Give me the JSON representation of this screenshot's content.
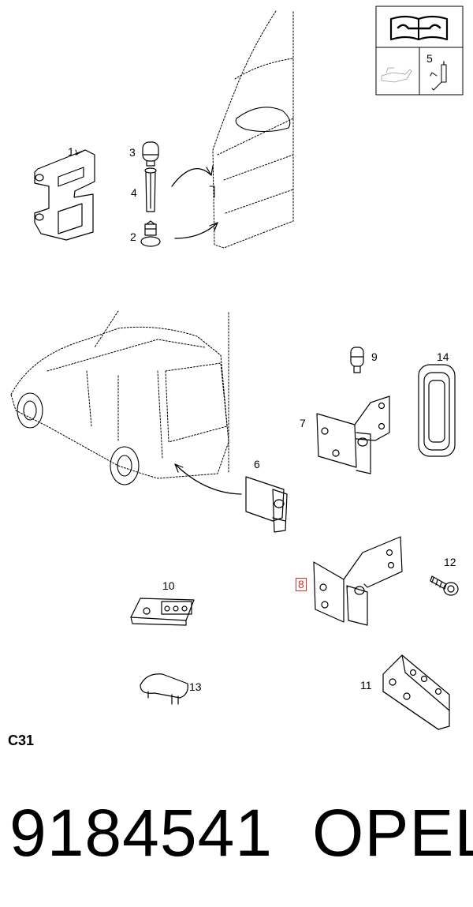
{
  "callouts": {
    "c1": "1",
    "c2": "2",
    "c3": "3",
    "c4": "4",
    "c5": "5",
    "c6": "6",
    "c7": "7",
    "c8": "8",
    "c9": "9",
    "c10": "10",
    "c11": "11",
    "c12": "12",
    "c13": "13",
    "c14": "14"
  },
  "highlight_color": "#d62b2b",
  "section_code": "C31",
  "part_number": "9184541",
  "brand": "OPEL",
  "icons": [
    "manual-book-icon",
    "lubricant-can-icon",
    "grease-gun-icon"
  ]
}
